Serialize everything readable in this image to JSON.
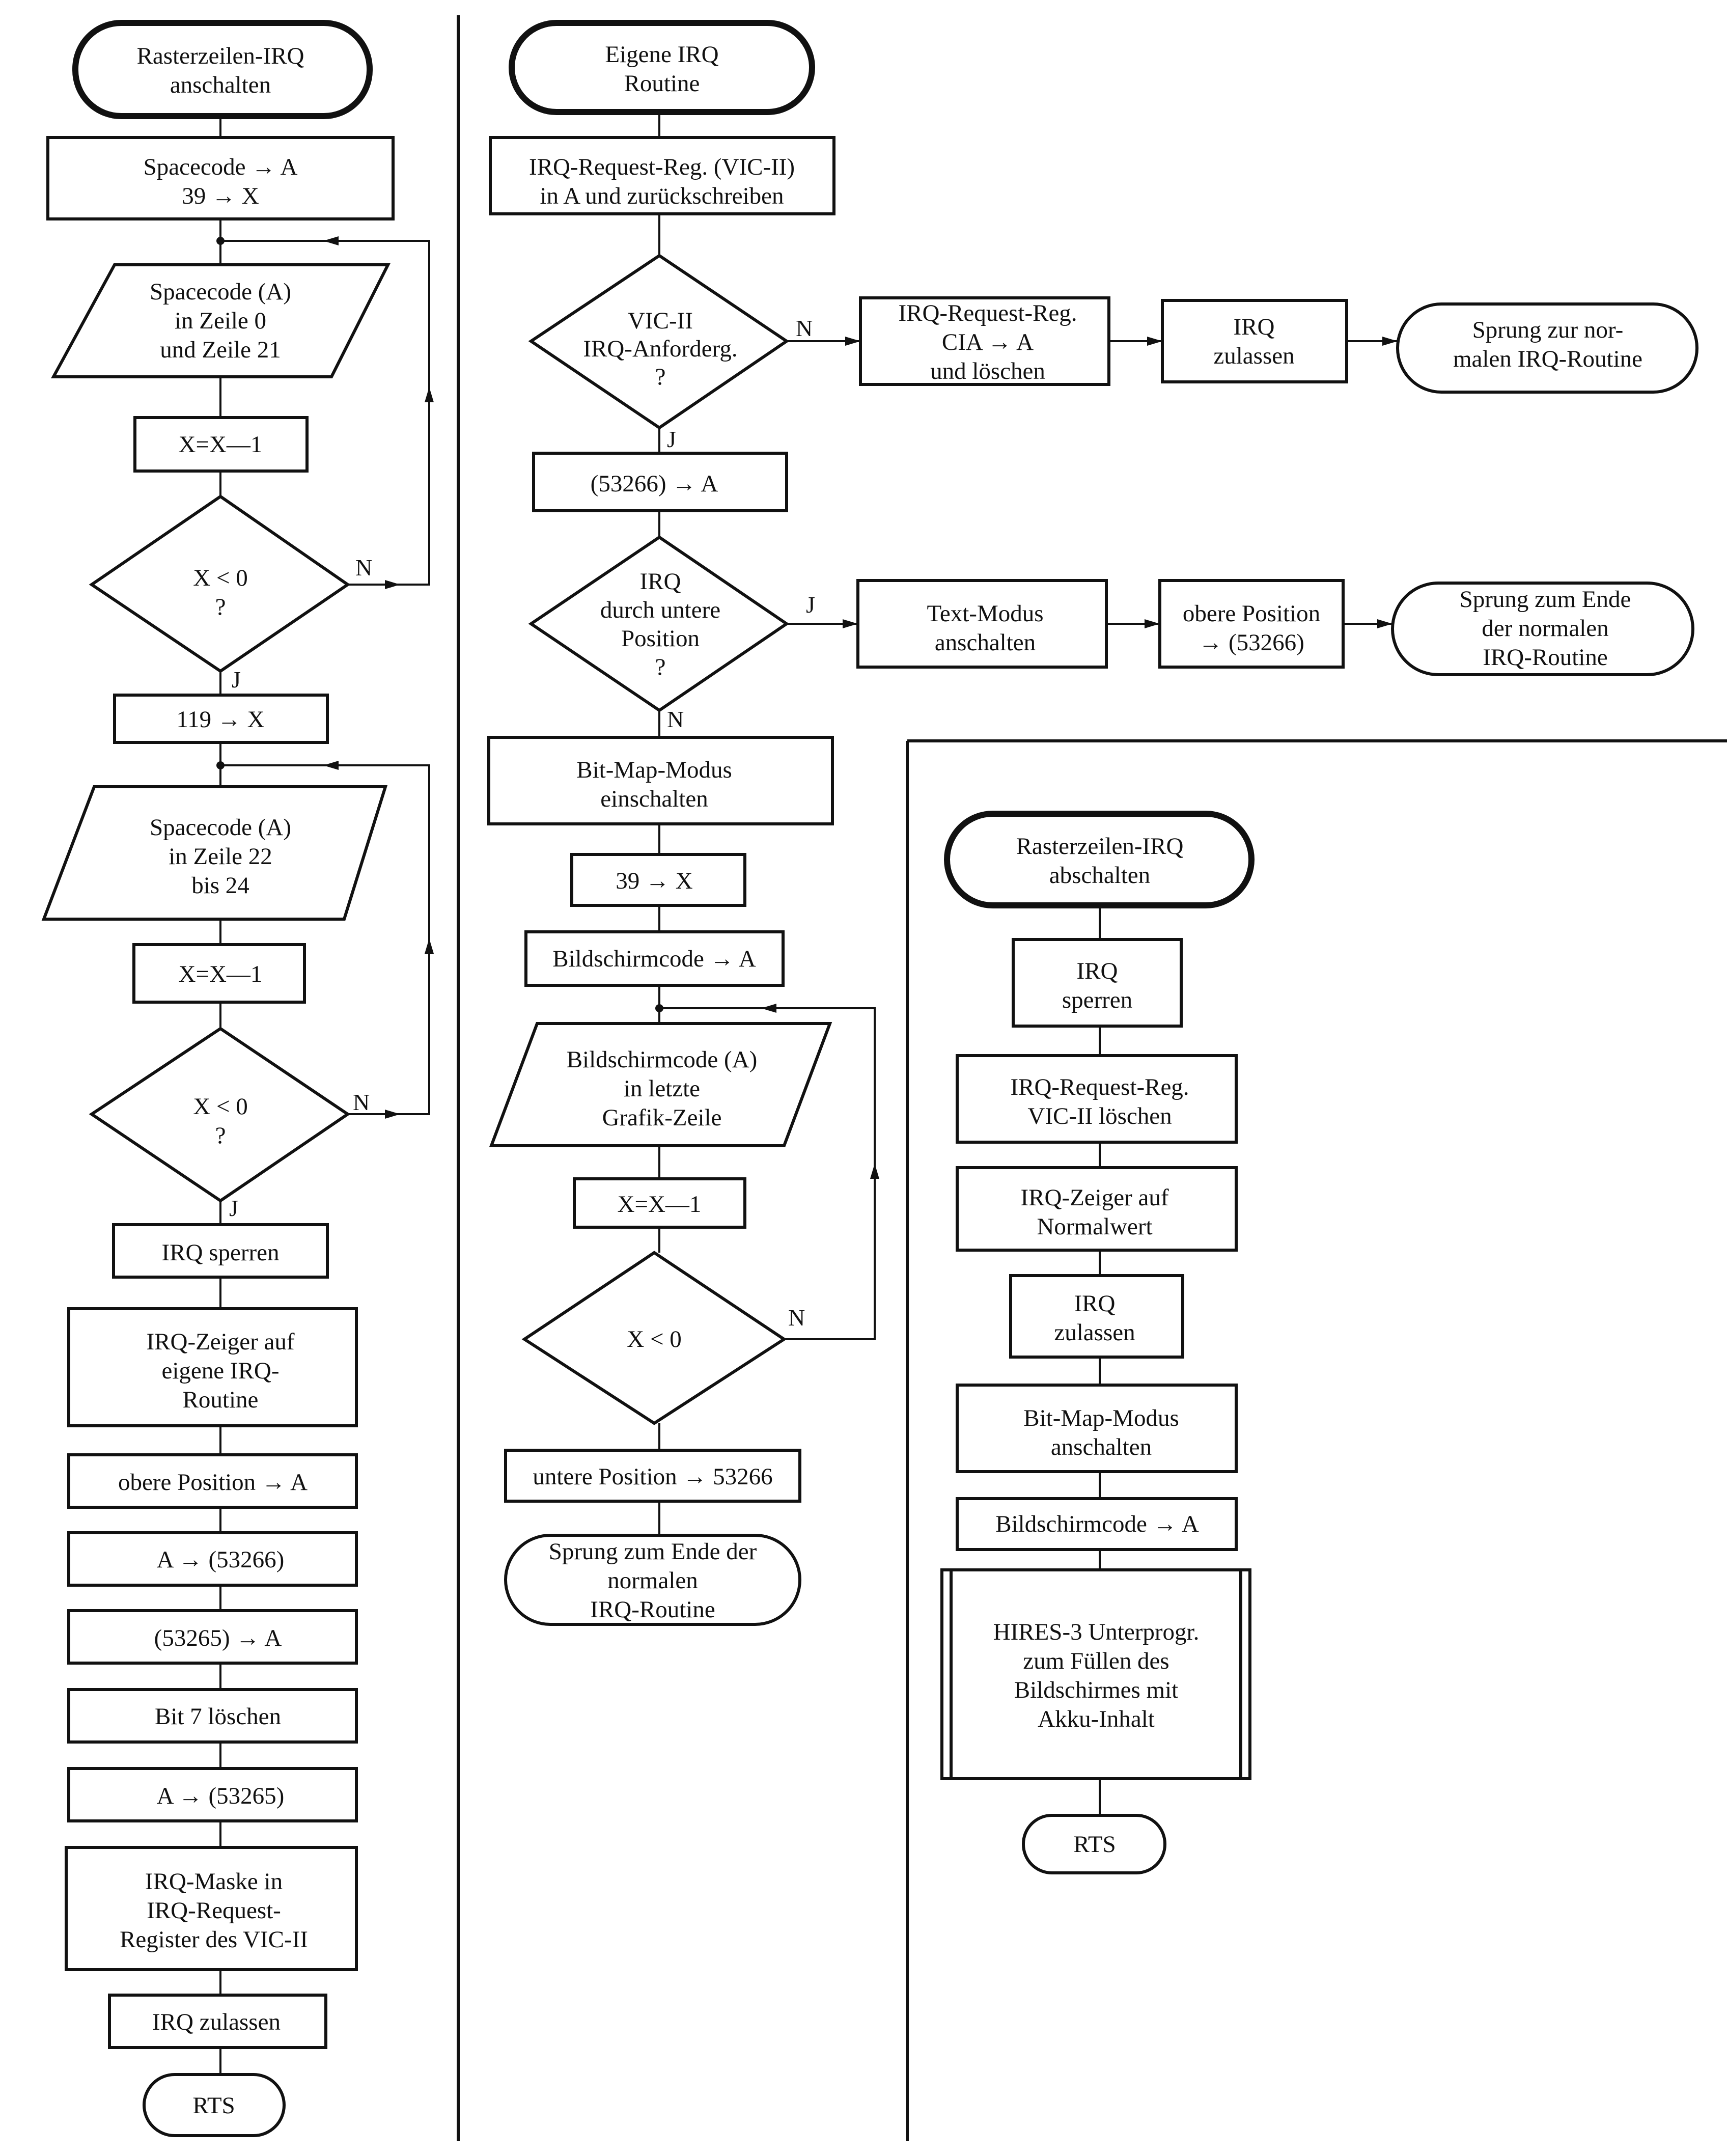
{
  "flow1": {
    "start": [
      "Rasterzeilen-IRQ",
      "anschalten"
    ],
    "box_init": [
      "Spacecode → A",
      "39 → X"
    ],
    "io_spacecode_1": [
      "Spacecode (A)",
      "in Zeile 0",
      "und Zeile 21"
    ],
    "box_dec_1": "X=X—1",
    "dec_1": [
      "X < 0",
      "?"
    ],
    "dec_1_no": "N",
    "dec_1_yes": "J",
    "box_119": "119 → X",
    "io_spacecode_2": [
      "Spacecode (A)",
      "in Zeile 22",
      "bis 24"
    ],
    "box_dec_2": "X=X—1",
    "dec_2": [
      "X < 0",
      "?"
    ],
    "dec_2_no": "N",
    "dec_2_yes": "J",
    "box_irq_sperren": "IRQ sperren",
    "box_irq_zeiger": [
      "IRQ-Zeiger auf",
      "eigene IRQ-",
      "Routine"
    ],
    "box_obere_pos": "obere Position → A",
    "box_a_to": "A → (53266)",
    "box_53265": "(53265) → A",
    "box_bit7": "Bit 7 löschen",
    "box_a_to_53265": "A → (53265)",
    "box_maske": [
      "IRQ-Maske in",
      "IRQ-Request-",
      "Register des VIC-II"
    ],
    "box_zulassen": "IRQ zulassen",
    "end": "RTS"
  },
  "flow2": {
    "start": [
      "Eigene IRQ",
      "Routine"
    ],
    "box_req": [
      "IRQ-Request-Reg. (VIC-II)",
      "in A und zurückschreiben"
    ],
    "dec_vic": [
      "VIC-II",
      "IRQ-Anforderg.",
      "?"
    ],
    "dec_vic_no": "N",
    "dec_vic_yes": "J",
    "box_cia": [
      "IRQ-Request-Reg.",
      "CIA → A",
      "und löschen"
    ],
    "box_irq_zulassen": [
      "IRQ",
      "zulassen"
    ],
    "term_sprung_normal": [
      "Sprung zur nor-",
      "malen IRQ-Routine"
    ],
    "box_53266": "(53266) → A",
    "dec_pos": [
      "IRQ",
      "durch untere",
      "Position",
      "?"
    ],
    "dec_pos_yes": "J",
    "dec_pos_no": "N",
    "box_text_modus": [
      "Text-Modus",
      "anschalten"
    ],
    "box_obere_pos": [
      "obere Position",
      "→ (53266)"
    ],
    "term_sprung_ende": [
      "Sprung zum Ende",
      "der normalen",
      "IRQ-Routine"
    ],
    "box_bitmap": [
      "Bit-Map-Modus",
      "einschalten"
    ],
    "box_39x": "39 → X",
    "box_bildschirmcode": "Bildschirmcode → A",
    "io_bildschirmcode": [
      "Bildschirmcode (A)",
      "in letzte",
      "Grafik-Zeile"
    ],
    "box_dec": "X=X—1",
    "dec_x": "X < 0",
    "dec_x_no": "N",
    "box_untere": "untere Position → 53266",
    "end": [
      "Sprung zum Ende der",
      "normalen",
      "IRQ-Routine"
    ]
  },
  "flow3": {
    "start": [
      "Rasterzeilen-IRQ",
      "abschalten"
    ],
    "box_sperren": [
      "IRQ",
      "sperren"
    ],
    "box_loeschen": [
      "IRQ-Request-Reg.",
      "VIC-II löschen"
    ],
    "box_zeiger": [
      "IRQ-Zeiger auf",
      "Normalwert"
    ],
    "box_zulassen": [
      "IRQ",
      "zulassen"
    ],
    "box_bitmap": [
      "Bit-Map-Modus",
      "anschalten"
    ],
    "box_bildschirmcode": "Bildschirmcode → A",
    "sub_hires": [
      "HIRES-3 Unterprogr.",
      "zum Füllen des",
      "Bildschirmes mit",
      "Akku-Inhalt"
    ],
    "end": "RTS"
  }
}
